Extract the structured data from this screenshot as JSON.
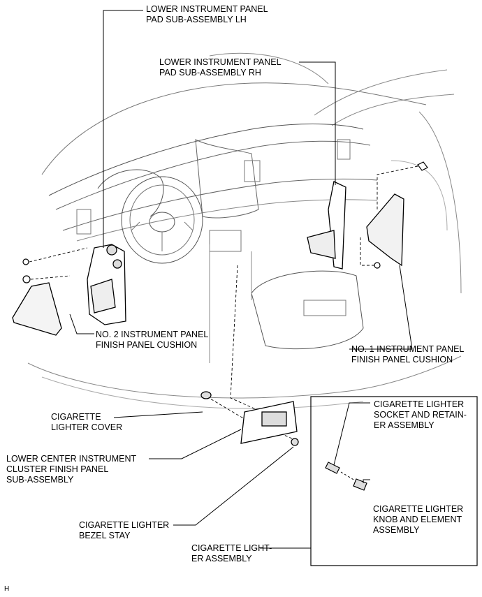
{
  "labels": {
    "pad_lh": "LOWER INSTRUMENT PANEL\nPAD SUB-ASSEMBLY LH",
    "pad_rh": "LOWER INSTRUMENT PANEL\nPAD SUB-ASSEMBLY RH",
    "cushion_no2": "NO. 2 INSTRUMENT PANEL\nFINISH PANEL CUSHION",
    "cushion_no1": "NO. 1 INSTRUMENT PANEL\nFINISH PANEL CUSHION",
    "lighter_cover": "CIGARETTE\nLIGHTER COVER",
    "center_cluster": "LOWER CENTER INSTRUMENT\nCLUSTER FINISH PANEL\nSUB-ASSEMBLY",
    "bezel_stay": "CIGARETTE LIGHTER\nBEZEL STAY",
    "lighter_assembly": "CIGARETTE LIGHT-\nER ASSEMBLY",
    "socket_retainer": "CIGARETTE LIGHTER\nSOCKET AND RETAIN-\nER ASSEMBLY",
    "knob_element": "CIGARETTE LIGHTER\nKNOB AND ELEMENT\nASSEMBLY",
    "figure_code": "H"
  }
}
